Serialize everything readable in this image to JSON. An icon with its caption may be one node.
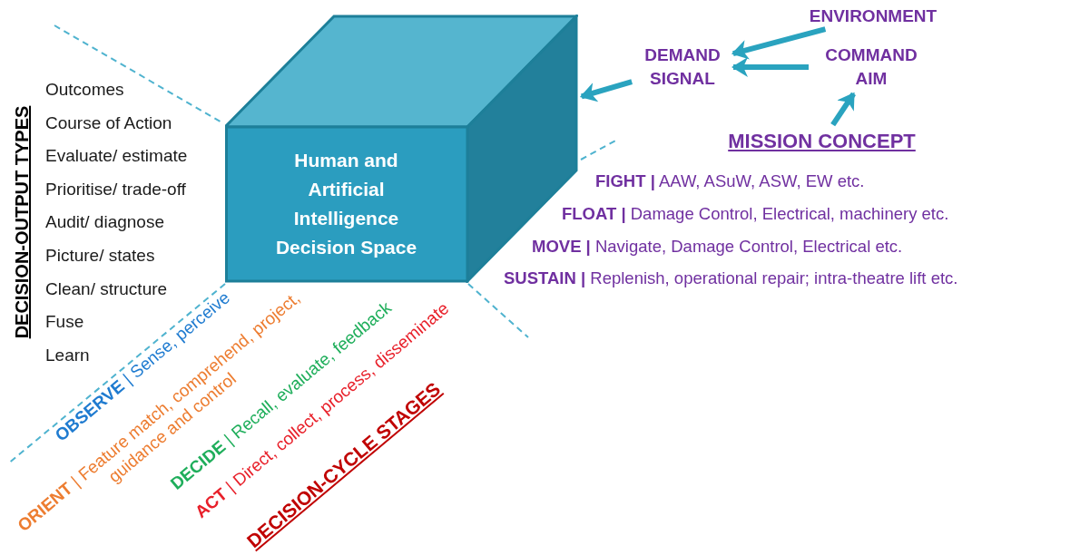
{
  "diagram": {
    "nodes": [
      {
        "text": [
          "Human and Artificial Intelligence Decision Space"
        ]
      },
      {
        "text": [
          "ENVIRONMENT"
        ]
      },
      {
        "text": [
          "DEMAND SIGNAL"
        ]
      },
      {
        "text": [
          "COMMAND AIM"
        ]
      },
      {
        "text": [
          "MISSION CONCEPT"
        ]
      }
    ],
    "edges": [
      {
        "from": 1,
        "to": 2,
        "arrow": "to"
      },
      {
        "from": 3,
        "to": 2,
        "arrow": "to"
      },
      {
        "from": 2,
        "to": 0,
        "arrow": "to"
      },
      {
        "from": 4,
        "to": 3,
        "arrow": "to"
      }
    ],
    "labels": [
      "DECISION-OUTPUT TYPES",
      "Outcomes",
      "Course of Action",
      "Evaluate/ estimate",
      "Prioritise/ trade-off",
      "Audit/ diagnose",
      "Picture/ states",
      "Clean/ structure",
      "Fuse",
      "Learn",
      "**FIGHT |** AAW, ASuW, ASW, EW etc.",
      "**FLOAT |** Damage Control, Electrical, machinery etc.",
      "**MOVE |** Navigate, Damage Control, Electrical etc.",
      "**SUSTAIN |** Replenish, operational repair; intra-theatre lift etc.",
      "**OBSERVE** | Sense, perceive",
      "**ORIENT** | Feature match, comprehend, project, guidance and control",
      "**DECIDE** | Recall, evaluate, feedback",
      "**ACT** | Direct, collect, process, disseminate",
      "DECISION-CYCLE STAGES"
    ]
  }
}
